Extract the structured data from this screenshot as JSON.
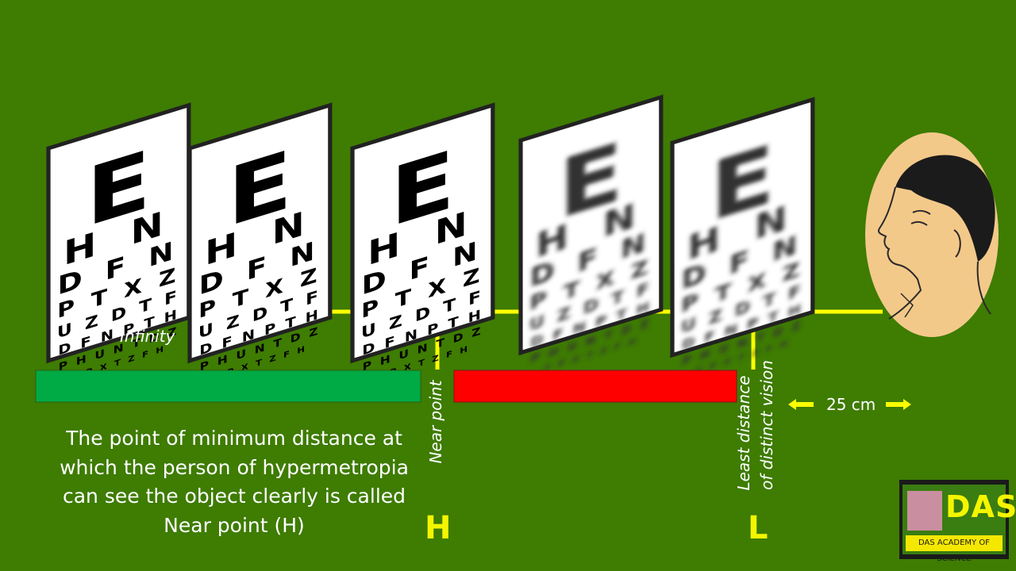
{
  "labels": {
    "infinity": "Infinity",
    "near_point": "Near point",
    "least_distance_line1": "Least distance",
    "least_distance_line2": "of distinct vision",
    "distance_value": "25 cm",
    "h_marker": "H",
    "l_marker": "L"
  },
  "caption": "The point of minimum distance at which the person of hypermetropia can see the object clearly is called Near point (H)",
  "eye_chart": {
    "rows": [
      "E",
      "H N",
      "D F N",
      "P T X Z",
      "U Z D T F",
      "D F N P T H",
      "P H U N T D Z",
      "Y P X T Z F H"
    ]
  },
  "logo": {
    "title": "DAS",
    "subtitle": "DAS ACADEMY OF SCIENCE"
  },
  "colors": {
    "background": "#3e7c02",
    "clear_range_bar": "#00aa44",
    "blurred_range_bar": "#ff0000",
    "axis_line": "#ffff00",
    "head_background": "#f3c98a"
  }
}
